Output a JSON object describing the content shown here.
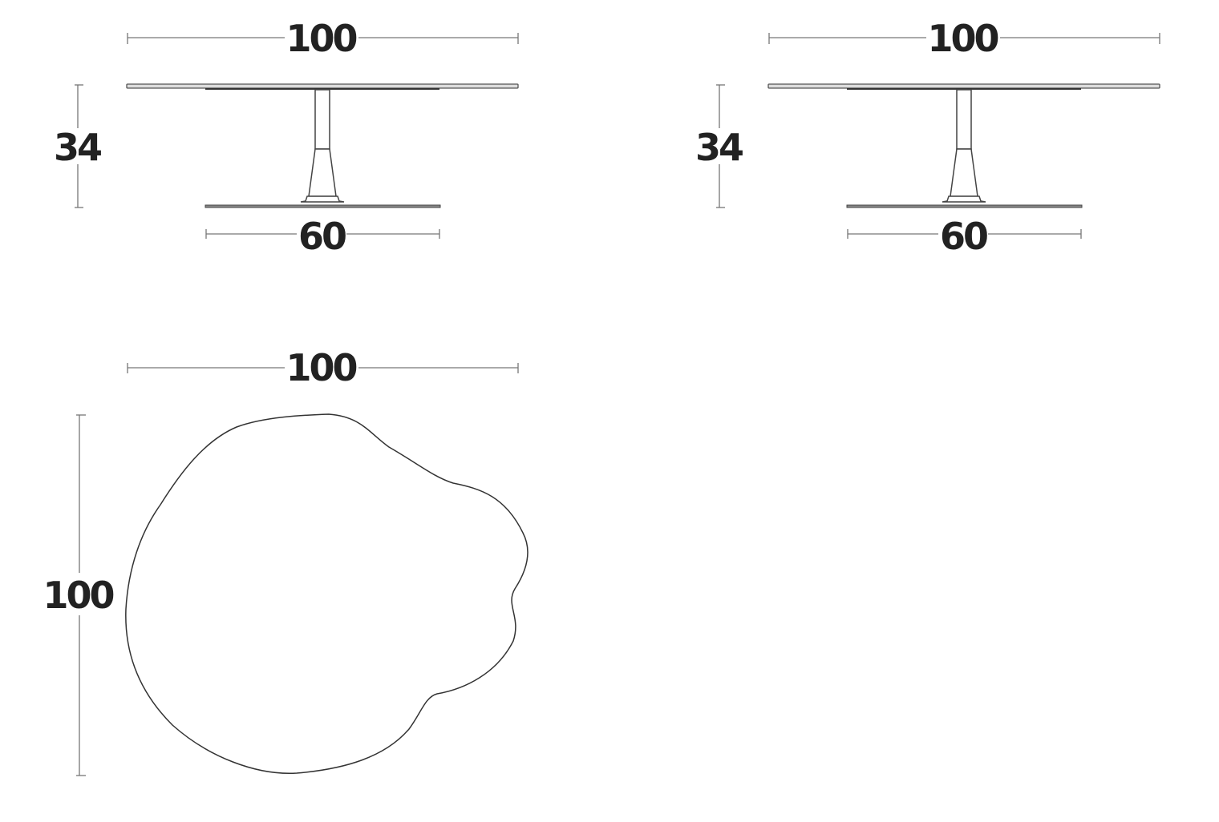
{
  "views": [
    {
      "name": "side-elevation-1",
      "width_label": "100",
      "height_label": "34",
      "base_label": "60"
    },
    {
      "name": "side-elevation-2",
      "width_label": "100",
      "height_label": "34",
      "base_label": "60"
    }
  ],
  "plan": {
    "width_label": "100",
    "depth_label": "100"
  },
  "colors": {
    "line": "#444444",
    "dimension": "#777777",
    "text": "#222222"
  }
}
